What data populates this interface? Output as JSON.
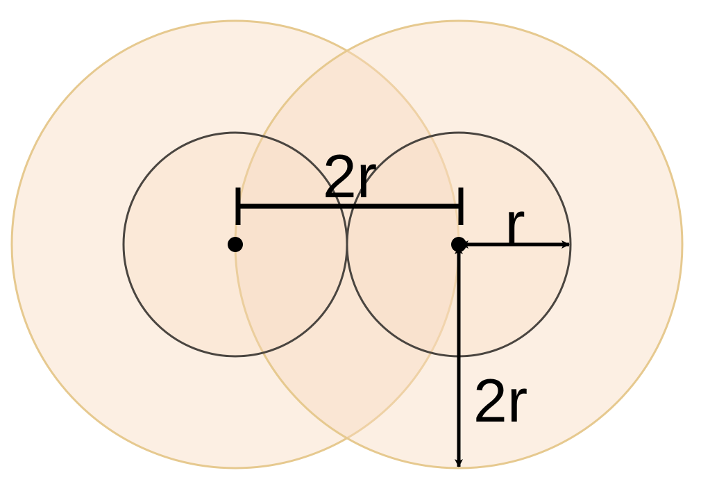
{
  "diagram": {
    "labels": {
      "center_distance": "2r",
      "inner_radius": "r",
      "outer_radius": "2r"
    },
    "colors": {
      "outer_fill": "#f9dcc1",
      "outer_stroke": "#e6c98f",
      "inner_fill": "#f9dcc1",
      "inner_stroke": "#4a4540",
      "ink": "#000000"
    }
  }
}
